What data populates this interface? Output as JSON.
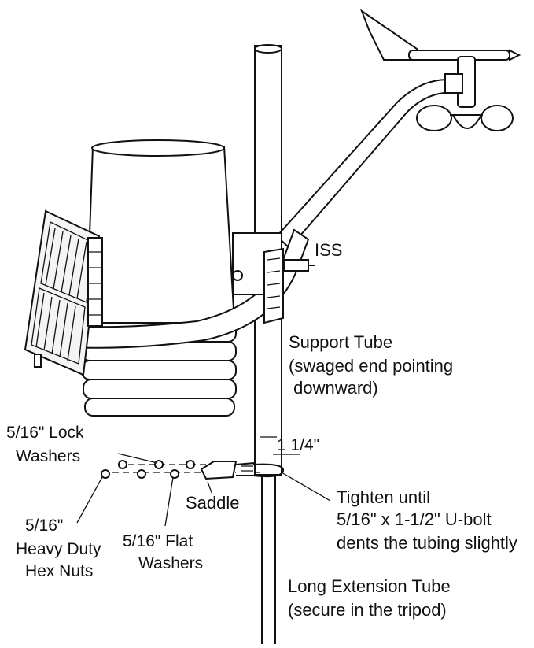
{
  "labels": {
    "iss": "ISS",
    "support_tube": [
      "Support Tube",
      "(swaged end pointing",
      " downward)"
    ],
    "lock_washers": [
      "5/16\" Lock",
      "Washers"
    ],
    "dimension": "1 1/4\"",
    "saddle": "Saddle",
    "tighten": [
      "Tighten until",
      "5/16\" x 1-1/2\" U-bolt",
      "dents the tubing slightly"
    ],
    "hex_nuts": [
      "5/16\"",
      "Heavy Duty",
      "Hex Nuts"
    ],
    "flat_washers": [
      "5/16\" Flat",
      "Washers"
    ],
    "long_extension": [
      "Long Extension Tube",
      "(secure in the tripod)"
    ]
  },
  "colors": {
    "ink": "#111111",
    "background": "#ffffff",
    "panel_fill": "#f4f4f4"
  }
}
